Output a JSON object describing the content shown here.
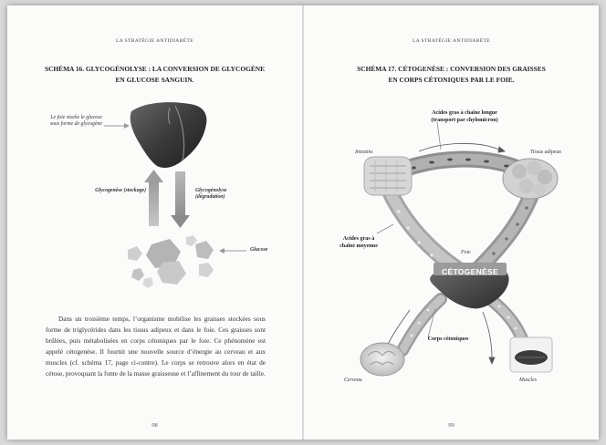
{
  "running_head_left": "LA STRATÉGIE ANTIDIABÈTE",
  "running_head_right": "LA STRATÉGIE ANTIDIABÈTE",
  "left": {
    "caption_line1": "SCHÉMA 16. GLYCOGÉNOLYSE : LA CONVERSION DE GLYCOGÈNE",
    "caption_line2": "EN GLUCOSE SANGUIN.",
    "label_liver": "Le foie stocke le glucose sous forme de glycogène",
    "label_glycogenese": "Glycogenèse (stockage)",
    "label_glycogenolyse": "Glycogénolyse (dégradation)",
    "label_glucose": "Glucose",
    "paragraph": "Dans un troisième temps, l’organisme mobilise les graisses stockées sous forme de triglycérides dans les tissus adipeux et dans le foie. Ces graisses sont brûlées, puis métabolisées en corps cétoniques par le foie. Ce phénomène est appelé cétogenèse. Il fournit une nouvelle source d’énergie au cerveau et aux muscles (cf. schéma 17, page ci-contre). Le corps se retrouve alors en état de cétose, provoquant la fonte de la masse graisseuse et l’affinement du tour de taille.",
    "page_number": "98"
  },
  "right": {
    "caption_line1": "SCHÉMA 17. CÉTOGENÈSE : CONVERSION DES GRAISSES",
    "caption_line2": "EN CORPS CÉTONIQUES PAR LE FOIE.",
    "label_long_chain": "Acides gras à chaîne longue (transport par chylomicron)",
    "label_intestins": "Intestins",
    "label_tissus": "Tissus adipeux",
    "label_medium_chain": "Acides gras à chaîne moyenne",
    "label_foie": "Foie",
    "label_cetogenese": "CÉTOGENÈSE",
    "label_corps": "Corps cétoniques",
    "label_cerveau": "Cerveau",
    "label_muscles": "Muscles",
    "page_number": "99"
  }
}
